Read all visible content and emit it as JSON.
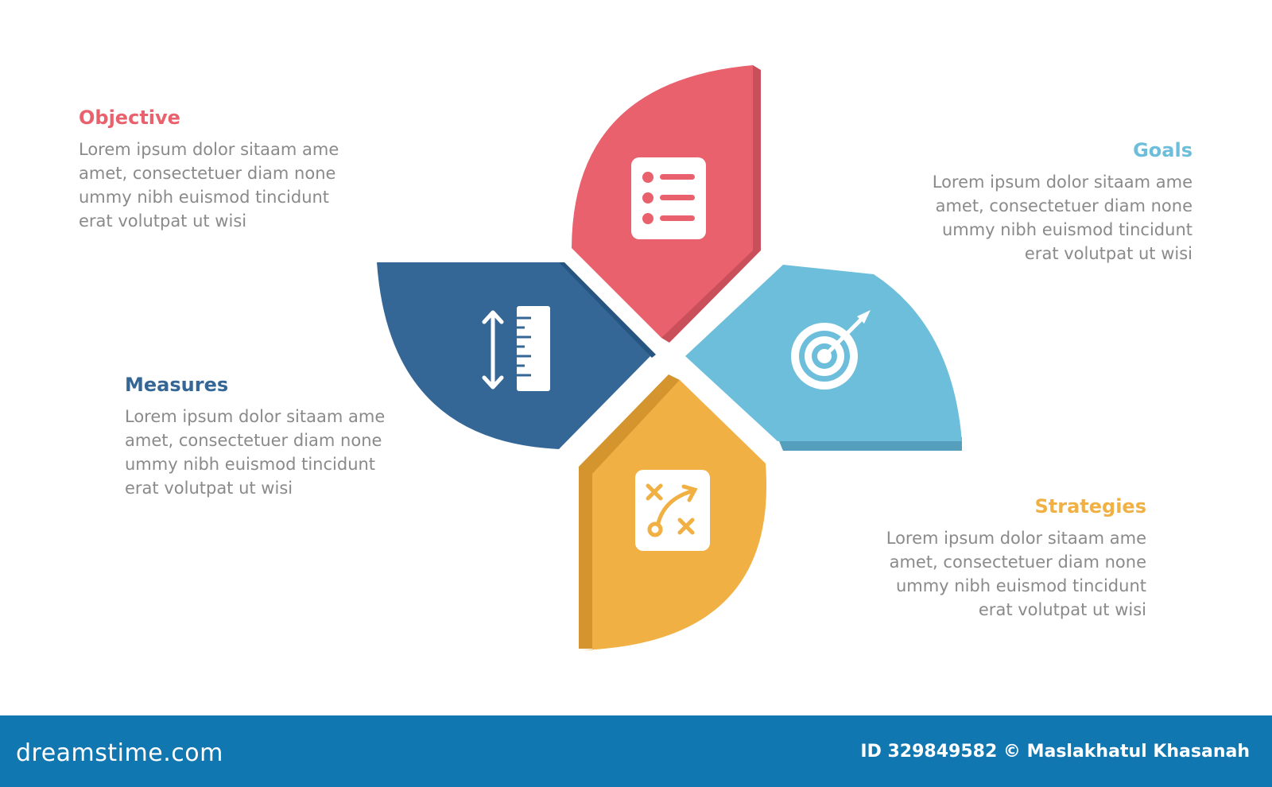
{
  "colors": {
    "objective": "#e8616d",
    "objective_shade": "#c94f5b",
    "goals": "#6cbedb",
    "goals_shade": "#559fbd",
    "measures": "#356796",
    "measures_shade": "#27557f",
    "strategies": "#f1b043",
    "strategies_shade": "#d4952e",
    "footer_bg": "#1077b0"
  },
  "sections": {
    "objective": {
      "title": "Objective",
      "body": "Lorem ipsum dolor sitaam ame\namet, consectetuer diam none\nummy  nibh euismod tincidunt\nerat volutpat ut wisi",
      "icon": "list-icon"
    },
    "goals": {
      "title": "Goals",
      "body": "Lorem ipsum dolor sitaam ame\namet, consectetuer diam none\nummy  nibh euismod tincidunt\nerat volutpat ut wisi",
      "icon": "target-icon"
    },
    "measures": {
      "title": "Measures",
      "body": "Lorem ipsum dolor sitaam ame\namet, consectetuer diam none\nummy  nibh euismod tincidunt\nerat volutpat ut wisi",
      "icon": "ruler-icon"
    },
    "strategies": {
      "title": "Strategies",
      "body": "Lorem ipsum dolor sitaam ame\namet, consectetuer diam none\nummy  nibh euismod tincidunt\nerat volutpat ut wisi",
      "icon": "strategy-icon"
    }
  },
  "footer": {
    "logo": "dreamstime.com",
    "credit": "ID 329849582 © Maslakhatul Khasanah"
  }
}
